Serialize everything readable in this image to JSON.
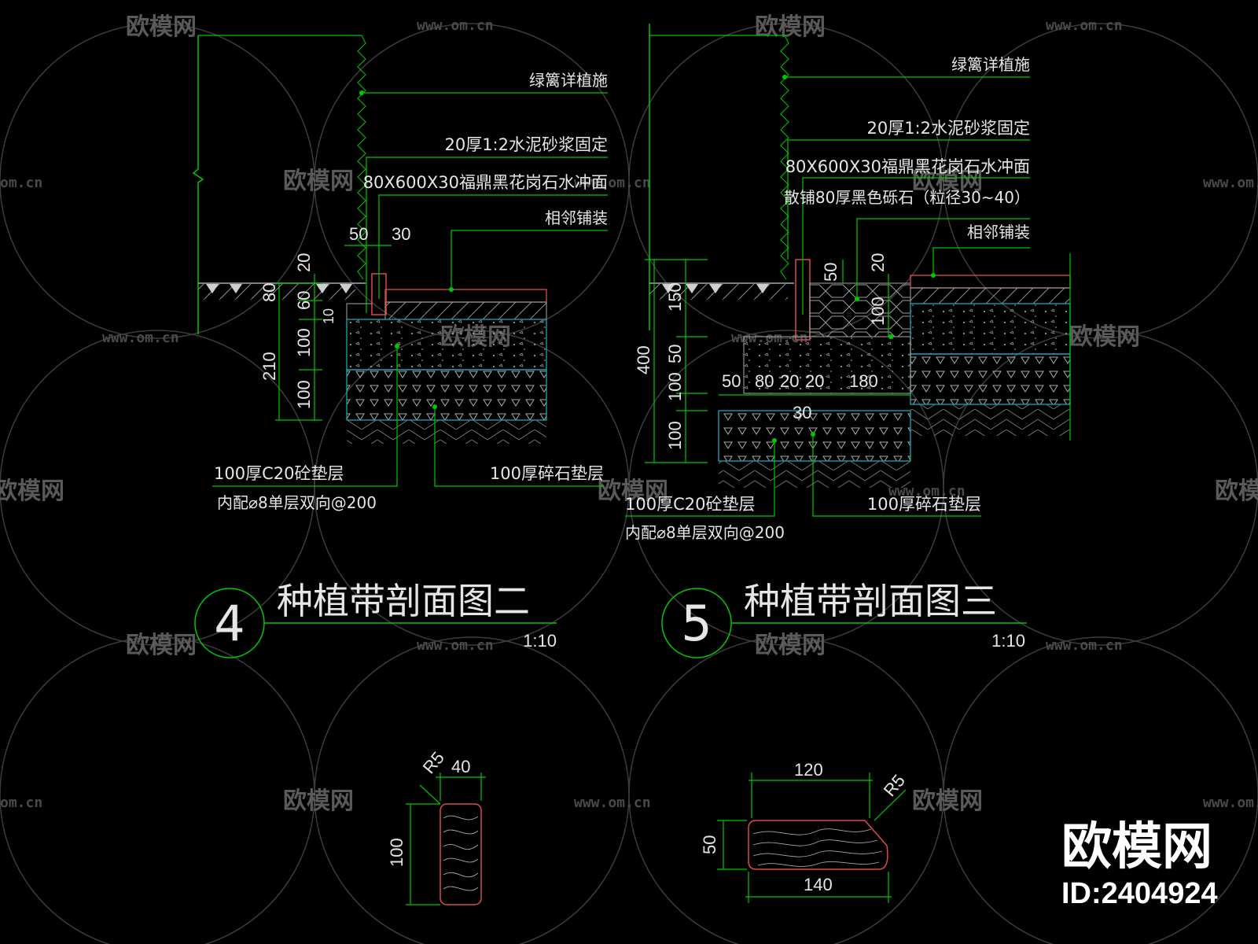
{
  "section_4": {
    "labels": {
      "planting": "绿篱详植施",
      "mortar": "20厚1:2水泥砂浆固定",
      "granite": "80X600X30福鼎黑花岗石水冲面",
      "adjacent": "相邻铺装",
      "c20_line1": "100厚C20砼垫层",
      "c20_line2": "内配⌀8单层双向@200",
      "gravel": "100厚碎石垫层"
    },
    "dims": {
      "d50": "50",
      "d30": "30",
      "d20": "20",
      "d80": "80",
      "d60": "60",
      "d10": "10",
      "d100a": "100",
      "d210": "210",
      "d100b": "100"
    },
    "title": "种植带剖面图二",
    "number": "4",
    "scale": "1:10"
  },
  "section_5": {
    "labels": {
      "planting": "绿篱详植施",
      "mortar": "20厚1:2水泥砂浆固定",
      "granite": "80X600X30福鼎黑花岗石水冲面",
      "pebbles": "散铺80厚黑色砾石（粒径30~40）",
      "adjacent": "相邻铺装",
      "c20_line1": "100厚C20砼垫层",
      "c20_line2": "内配⌀8单层双向@200",
      "gravel": "100厚碎石垫层"
    },
    "dims": {
      "d50v": "50",
      "d20v": "20",
      "d100v": "100",
      "d150": "150",
      "d400": "400",
      "d50b": "50",
      "d100c": "100",
      "d100d": "100",
      "h50": "50",
      "h80": "80",
      "h20a": "20",
      "h20b": "20",
      "h180": "180",
      "h30": "30"
    },
    "title": "种植带剖面图三",
    "number": "5",
    "scale": "1:10"
  },
  "detail_a": {
    "r": "R5",
    "w": "40",
    "h": "100"
  },
  "detail_b": {
    "top": "120",
    "r": "R5",
    "h": "50",
    "bottom": "140"
  },
  "watermark": {
    "brand": "欧模网",
    "url": "www.om.cn",
    "url_short": "om.cn",
    "id": "ID:2404924"
  },
  "colors": {
    "line": "#00c800",
    "outline": "#d84c4c",
    "hatch": "#a9a9a9",
    "text": "#e6e6e6",
    "cyan": "#1aa6b7"
  }
}
